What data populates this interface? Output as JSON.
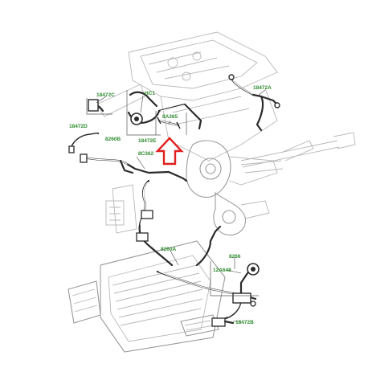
{
  "labels": {
    "l18472c": "18472C",
    "lhc1": "HC1",
    "l18472a": "18472A",
    "l8a365": "8A365",
    "l18472d": "18472D",
    "l8260b": "8260B",
    "l18472e": "18472E",
    "l8c362": "8C362",
    "l8260a": "8260A",
    "l8266": "8266",
    "l12a648": "12A648",
    "l18472b": "18472B"
  },
  "colors": {
    "label": "#2e8b2e",
    "arrow": "#e02020",
    "outline": "#b8b8b8",
    "hose": "#2b2b2b"
  }
}
